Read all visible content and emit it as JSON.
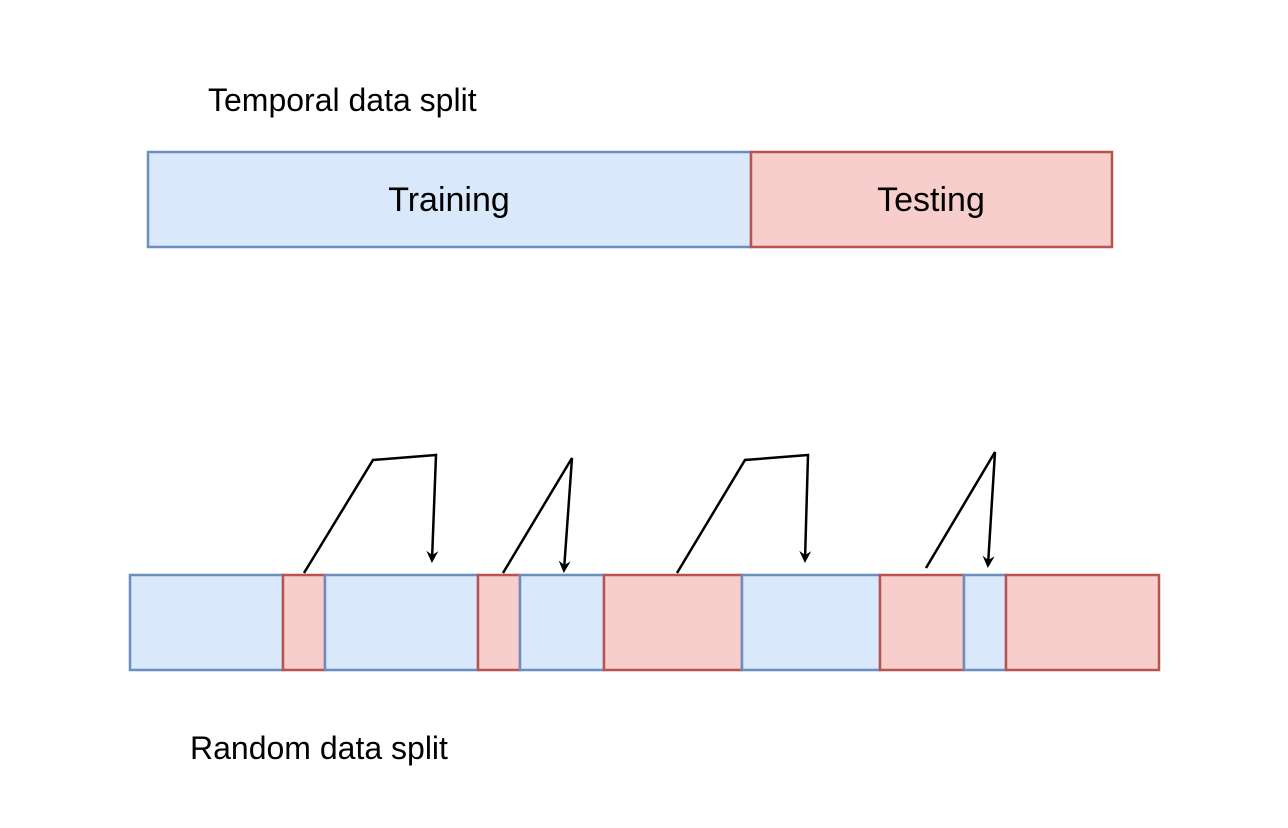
{
  "temporal": {
    "title": "Temporal data split",
    "segments": [
      {
        "label": "Training",
        "kind": "train"
      },
      {
        "label": "Testing",
        "kind": "test"
      }
    ]
  },
  "random": {
    "title": "Random data split",
    "segments": [
      {
        "kind": "train"
      },
      {
        "kind": "test"
      },
      {
        "kind": "train"
      },
      {
        "kind": "test"
      },
      {
        "kind": "train"
      },
      {
        "kind": "test"
      },
      {
        "kind": "train"
      },
      {
        "kind": "test"
      },
      {
        "kind": "train"
      },
      {
        "kind": "test"
      }
    ]
  },
  "colors": {
    "train_fill": "#dae8fc",
    "train_stroke": "#6c8ebf",
    "test_fill": "#f8cecc",
    "test_stroke": "#b85450",
    "arrow": "#000000"
  }
}
